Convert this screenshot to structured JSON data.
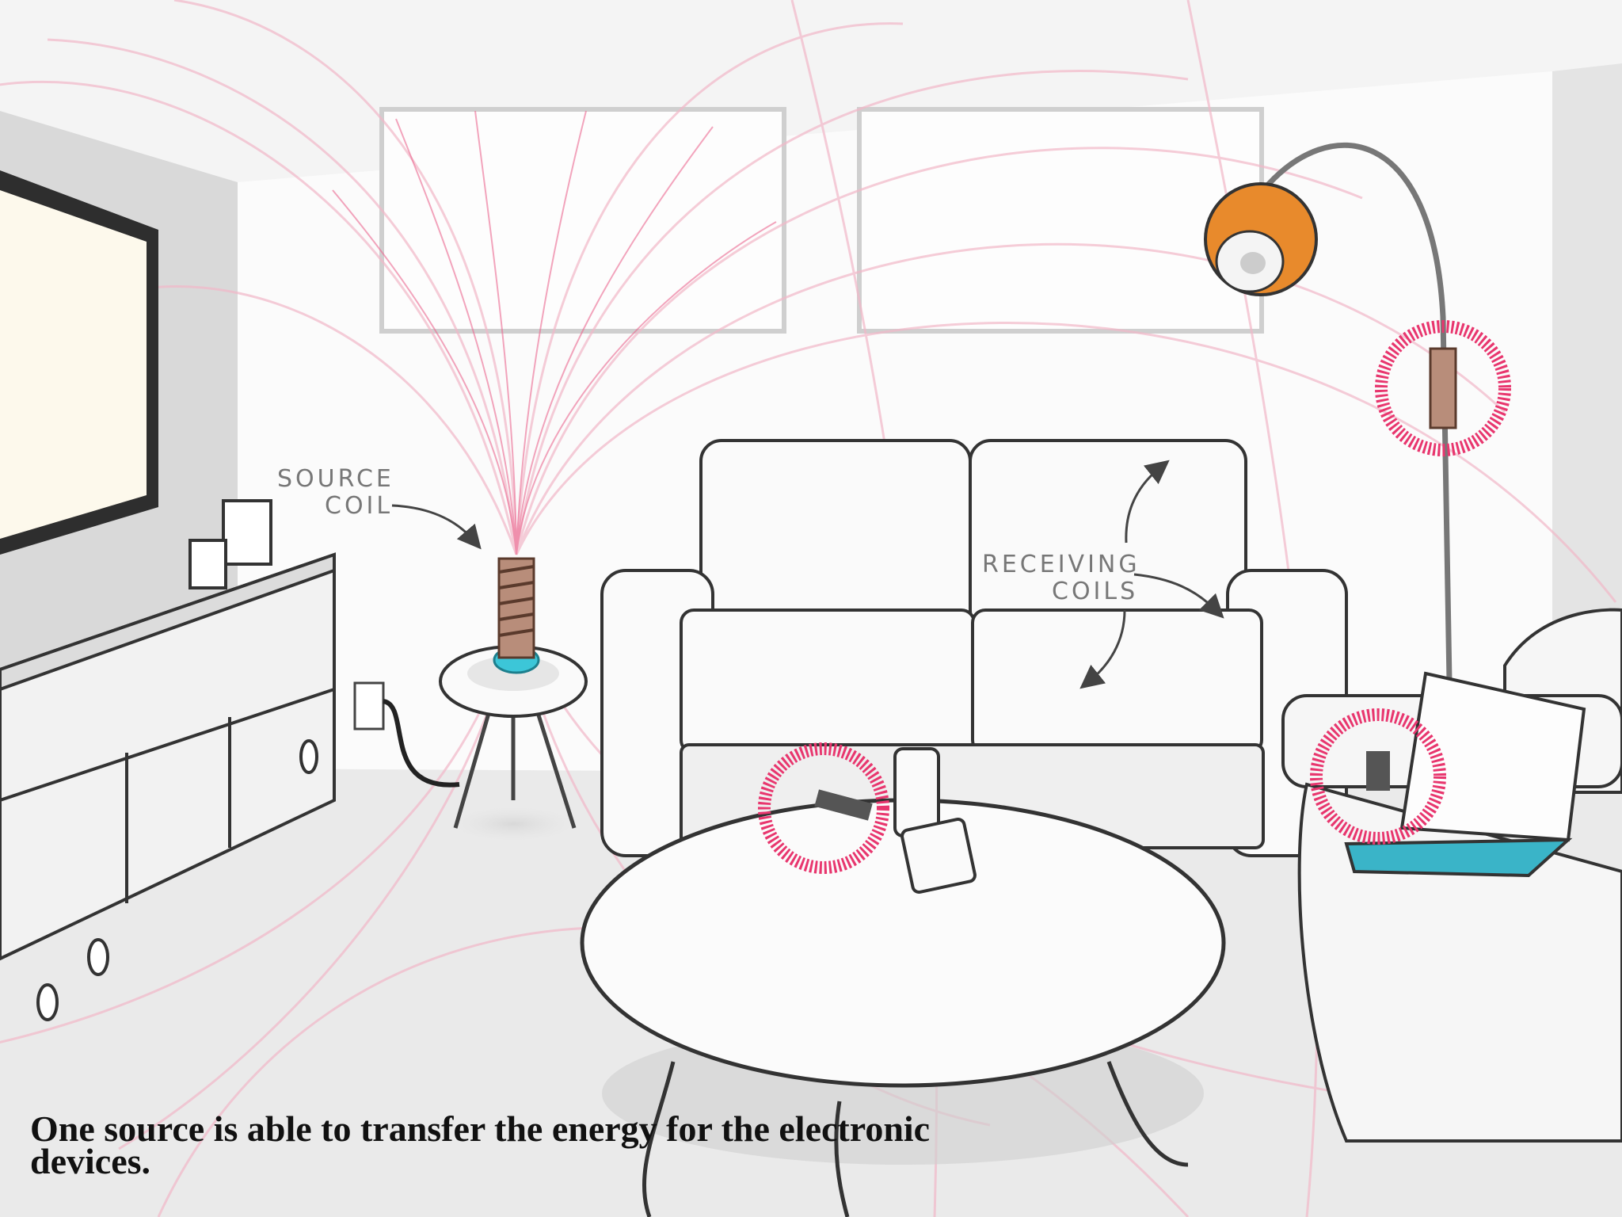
{
  "labels": {
    "source_coil_line1": "SOURCE",
    "source_coil_line2": "COIL",
    "receiving_coils_line1": "RECEIVING",
    "receiving_coils_line2": "COILS"
  },
  "caption": {
    "line1": "One source is able to transfer the energy for the electronic",
    "line2": "devices."
  },
  "colors": {
    "field_lines": "#f2b8c8",
    "coil_ring": "#e8366e",
    "source_base": "#3cc6d8",
    "lamp_shade": "#e88a2c",
    "laptop_screen": "#3ab4c8"
  },
  "icons": {
    "source": "coil-icon",
    "receiver": "coil-ring-icon",
    "arrow": "curved-arrow-icon"
  }
}
